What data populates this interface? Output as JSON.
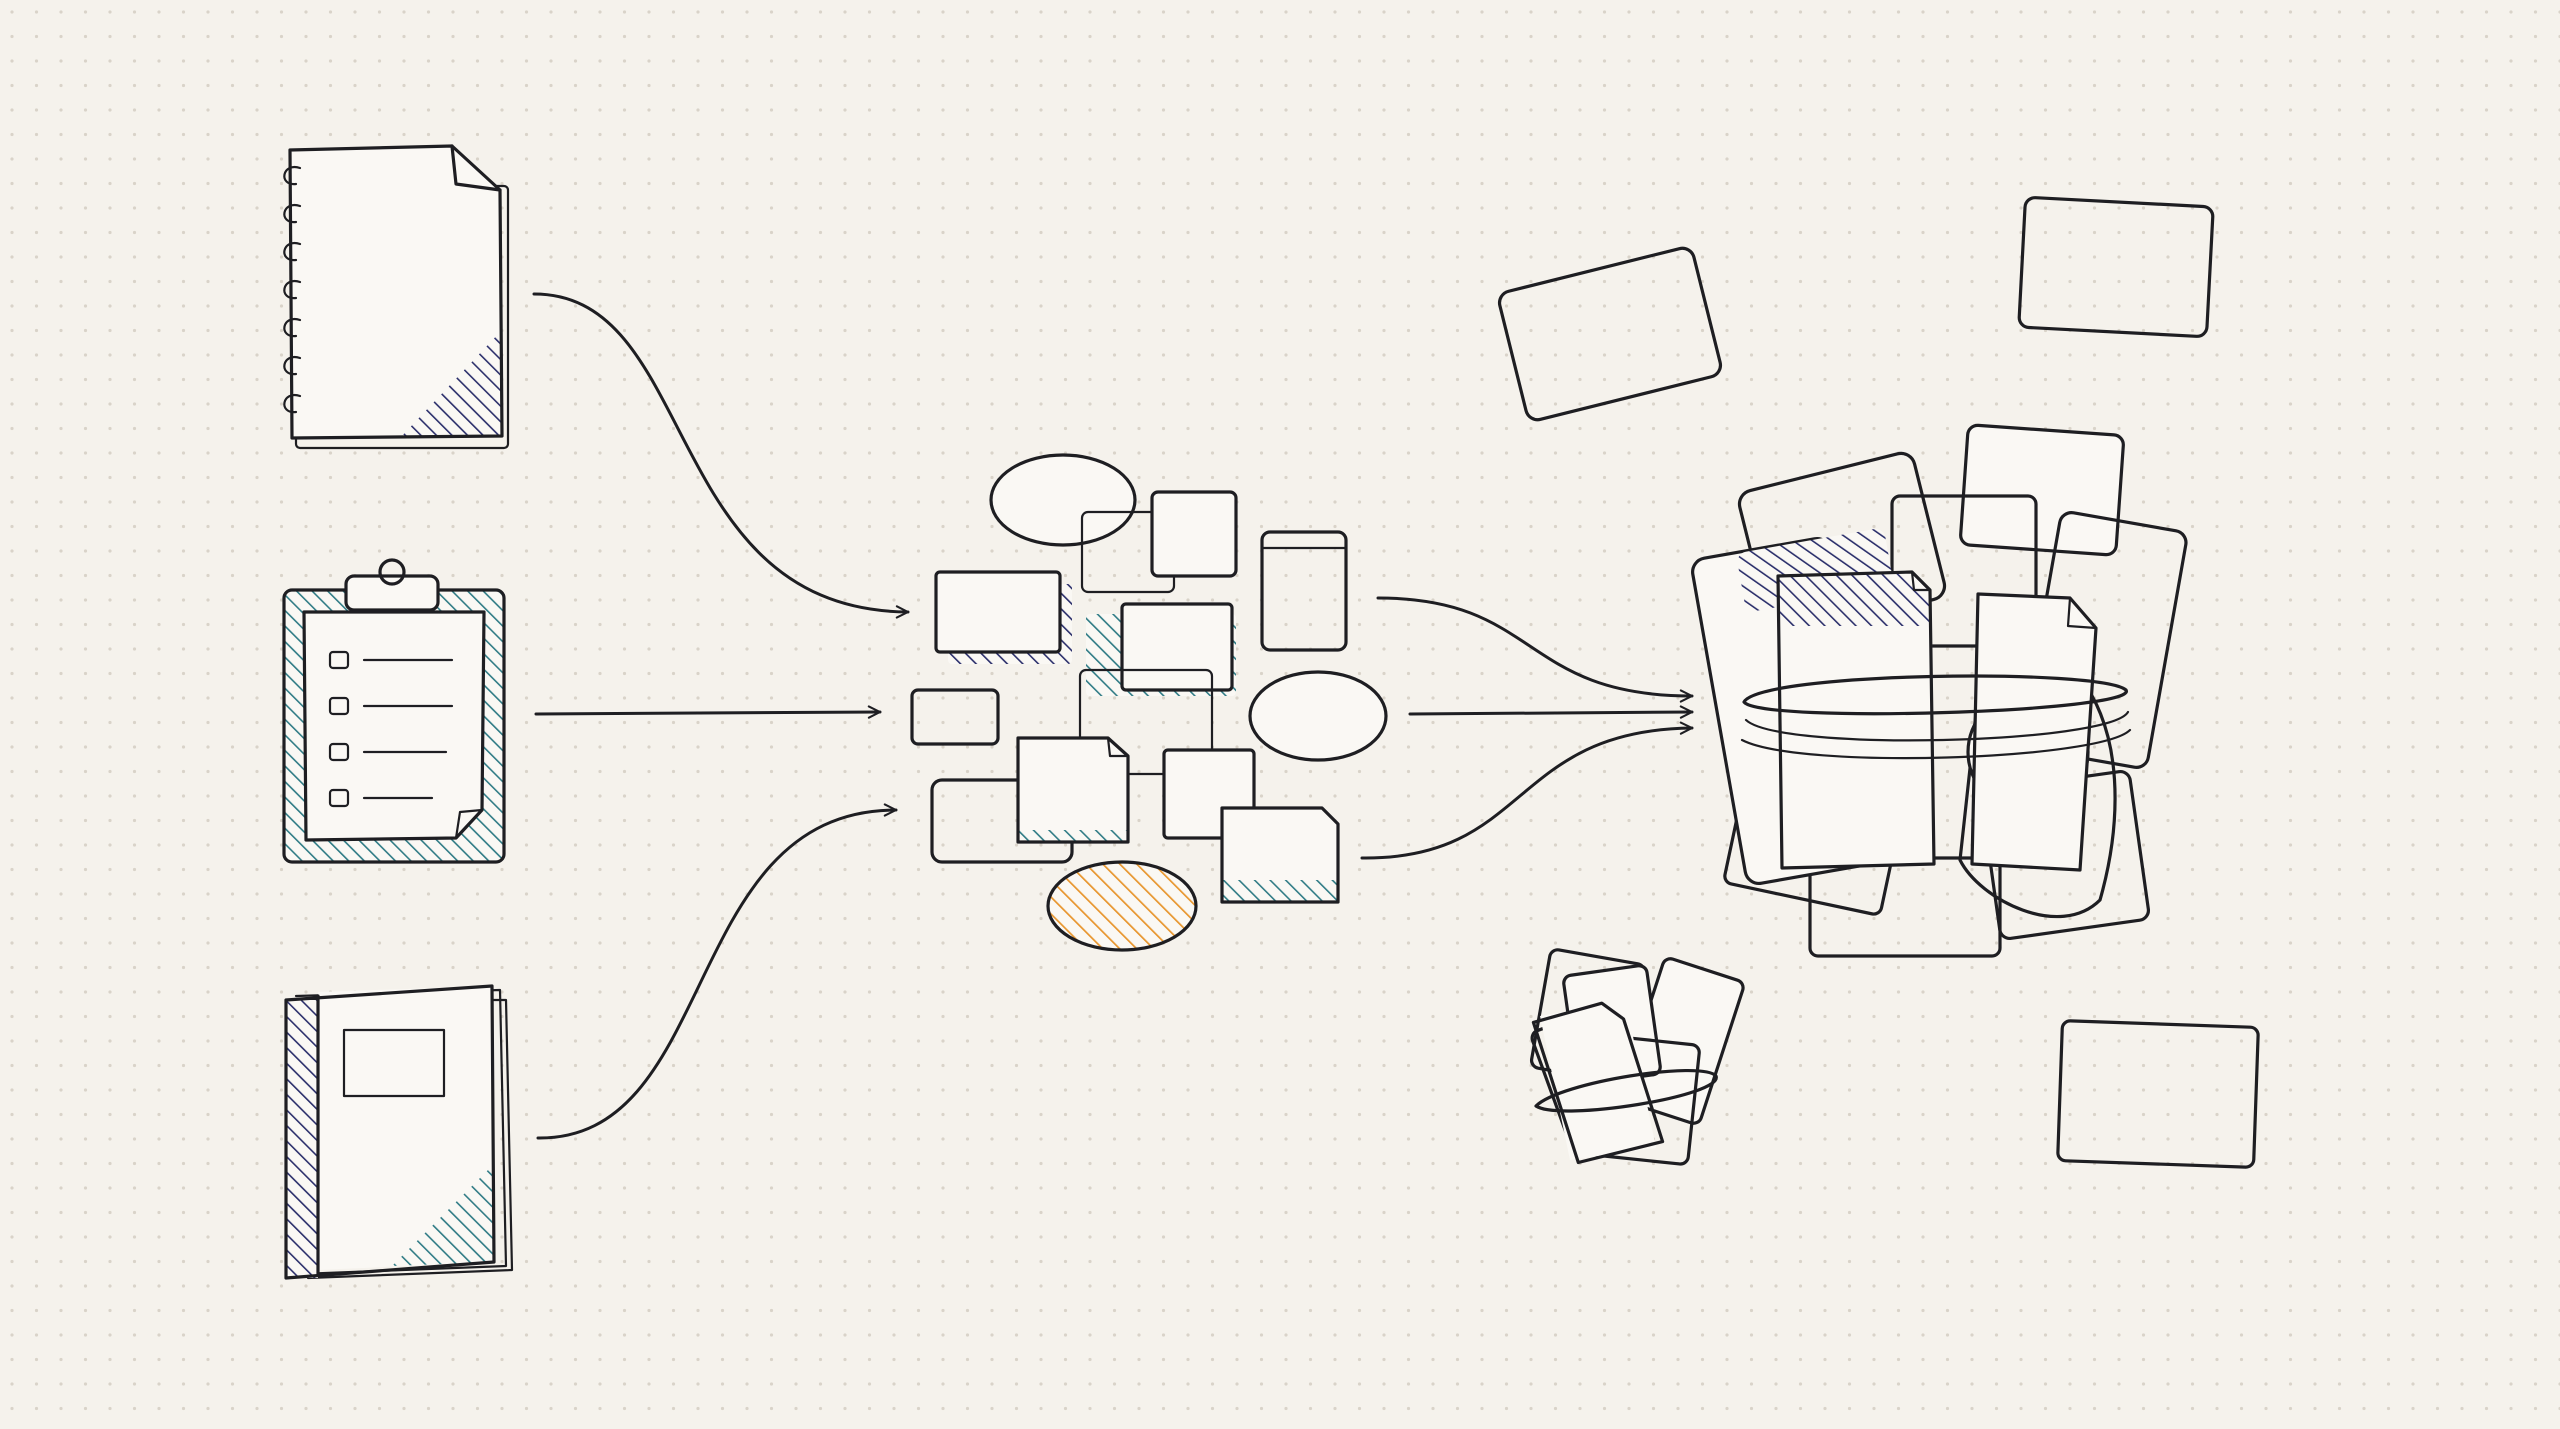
{
  "colors": {
    "background": "#f5f2ec",
    "dot_grid": "#d9d3c9",
    "ink": "#1e1e22",
    "navy": "#2b2f6b",
    "teal": "#2f7b85",
    "orange": "#e8962e",
    "paper": "#faf8f4"
  },
  "sources": [
    {
      "kind": "notebook",
      "icon": "spiral-notebook-icon",
      "accent": "navy"
    },
    {
      "kind": "clipboard",
      "icon": "clipboard-checklist-icon",
      "accent": "teal",
      "checklist_rows": 4
    },
    {
      "kind": "booklet",
      "icon": "stacked-booklet-icon",
      "accent": "navy"
    }
  ],
  "scattered_pieces": {
    "description_visible": false,
    "shape_kinds": [
      "card",
      "note",
      "ellipse",
      "dog-eared-page"
    ]
  },
  "bundles": [
    {
      "kind": "large-tied-bundle",
      "icon": "tied-bundle-icon"
    },
    {
      "kind": "small-tied-bundle",
      "icon": "small-tied-bundle-icon"
    }
  ],
  "floating_cards": {
    "count": 3,
    "accent": "orange"
  }
}
